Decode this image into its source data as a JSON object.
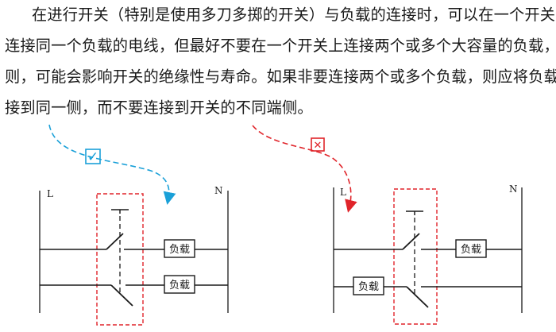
{
  "paragraph": {
    "line1": "在进行开关（特别是使用多刀多掷的开关）与负载的连接时，可以在一个开关上",
    "line2": "连接同一个负载的电线，但最好不要在一个开关上连接两个或多个大容量的负载，否",
    "line3": "则，可能会影响开关的绝缘性与寿命。如果非要连接两个或多个负载，则应将负载连",
    "line4": "接到同一侧，而不要连接到开关的不同端侧。"
  },
  "diagram_left": {
    "live_label": "L",
    "neutral_label": "N",
    "load_top": "负载",
    "load_bottom": "负载",
    "mark": "check",
    "mark_glyph": "✓",
    "color": "#1aa0d8"
  },
  "diagram_right": {
    "live_label": "L",
    "neutral_label": "N",
    "load_top": "负载",
    "load_bottom": "负载",
    "mark": "cross",
    "mark_glyph": "✕",
    "color": "#e0242a"
  },
  "colors": {
    "dashed_box": "#e0242a",
    "wire": "#1a1a1a"
  }
}
